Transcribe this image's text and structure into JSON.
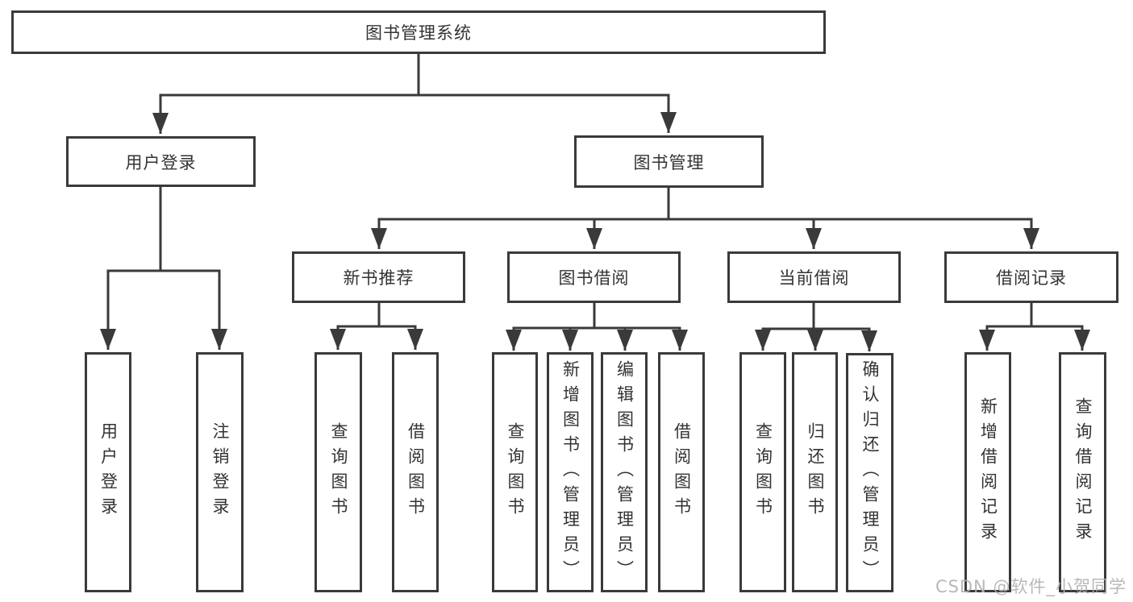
{
  "root": {
    "label": "图书管理系统"
  },
  "level1": [
    {
      "label": "用户登录"
    },
    {
      "label": "图书管理"
    }
  ],
  "level2": [
    {
      "label": "新书推荐"
    },
    {
      "label": "图书借阅"
    },
    {
      "label": "当前借阅"
    },
    {
      "label": "借阅记录"
    }
  ],
  "leaves": {
    "login": [
      "用户登录",
      "注销登录"
    ],
    "new_books": [
      "查询图书",
      "借阅图书"
    ],
    "borrow": [
      "查询图书",
      "新增图书（管理员）",
      "编辑图书（管理员）",
      "借阅图书"
    ],
    "current": [
      "查询图书",
      "归还图书",
      "确认归还（管理员）"
    ],
    "records": [
      "新增借阅记录",
      "查询借阅记录"
    ]
  },
  "watermark": "CSDN @软件_小贺同学",
  "colors": {
    "line": "#3a3a3a",
    "text": "#333333",
    "watermark": "#b2b2b2"
  }
}
